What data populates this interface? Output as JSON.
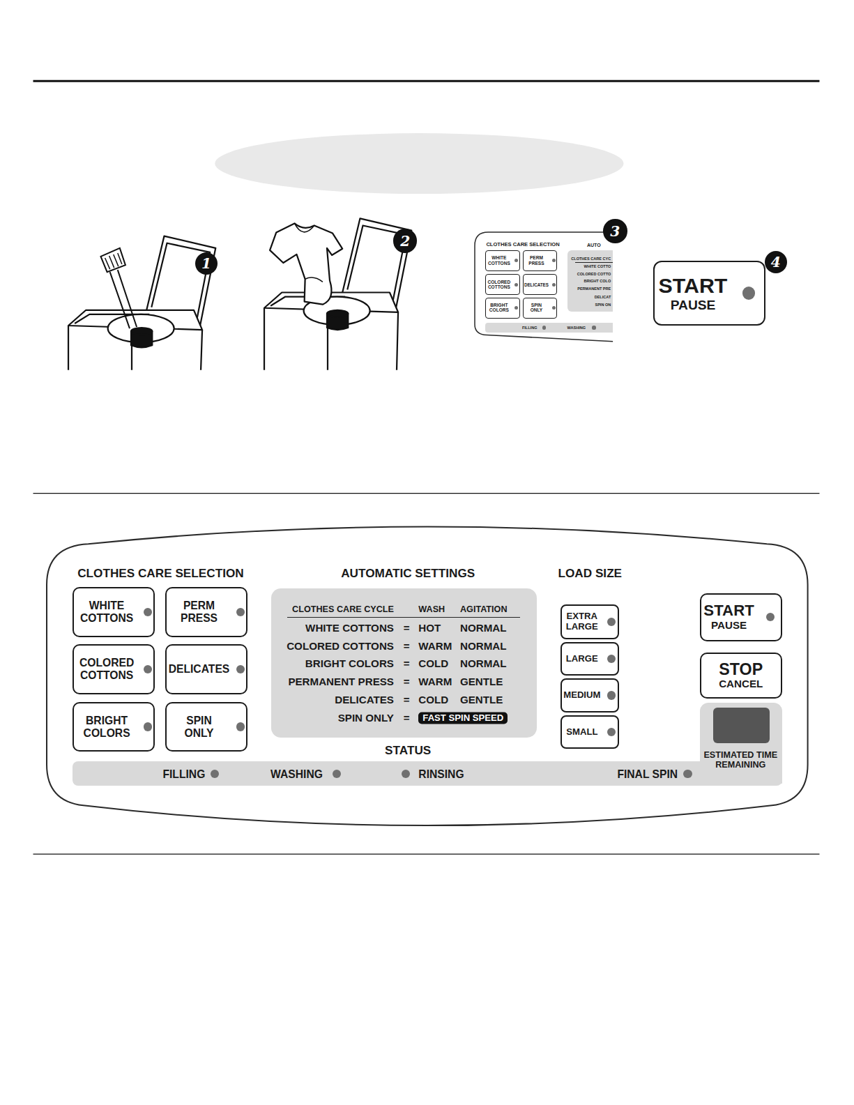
{
  "diagram": {
    "nodes": [
      {
        "text": [
          "CLOTHES CARE SELECTION"
        ]
      },
      {
        "text": [
          "WHITE COTTONS"
        ],
        "in": 0
      },
      {
        "text": [
          "PERM PRESS"
        ],
        "in": 0
      },
      {
        "text": [
          "COLORED COTTONS"
        ],
        "in": 0
      },
      {
        "text": [
          "DELICATES"
        ],
        "in": 0
      },
      {
        "text": [
          "BRIGHT COLORS"
        ],
        "in": 0
      },
      {
        "text": [
          "SPIN ONLY"
        ],
        "in": 0
      },
      {
        "text": [
          "AUTO",
          "CLOTHES CARE CYC",
          "WHITE COTTO",
          "COLORED COTTO",
          "BRIGHT COLO",
          "PERMANENT PRE",
          "DELICAT",
          "SPIN ON"
        ],
        "in": 0
      },
      {
        "text": [
          "FILLING",
          "WASHING"
        ],
        "in": 0
      },
      {
        "text": [
          "START",
          "PAUSE"
        ]
      },
      {
        "text": [
          "CLOTHES CARE SELECTION",
          "LOAD SIZE"
        ]
      },
      {
        "text": [
          "WHITE COTTONS"
        ],
        "in": 10
      },
      {
        "text": [
          "PERM PRESS"
        ],
        "in": 10
      },
      {
        "text": [
          "COLORED COTTONS"
        ],
        "in": 10
      },
      {
        "text": [
          "DELICATES"
        ],
        "in": 10
      },
      {
        "text": [
          "BRIGHT COLORS"
        ],
        "in": 10
      },
      {
        "text": [
          "SPIN ONLY"
        ],
        "in": 10
      },
      {
        "text": [
          "AUTOMATIC SETTINGS",
          "CLOTHES CARE CYCLE",
          "WASH",
          "AGITATION",
          "WHITE COTTONS",
          "=",
          "HOT",
          "NORMAL",
          "COLORED COTTONS",
          "=",
          "WARM",
          "NORMAL",
          "BRIGHT COLORS",
          "=",
          "COLD",
          "NORMAL",
          "PERMANENT PRESS",
          "=",
          "WARM",
          "GENTLE",
          "DELICATES",
          "=",
          "COLD",
          "GENTLE",
          "SPIN ONLY",
          "=",
          "FAST SPIN SPEED"
        ],
        "in": 10
      },
      {
        "text": [
          "EXTRA LARGE"
        ],
        "in": 10
      },
      {
        "text": [
          "LARGE"
        ],
        "in": 10
      },
      {
        "text": [
          "MEDIUM"
        ],
        "in": 10
      },
      {
        "text": [
          "SMALL"
        ],
        "in": 10
      },
      {
        "text": [
          "START",
          "PAUSE"
        ],
        "in": 10
      },
      {
        "text": [
          "STOP",
          "CANCEL"
        ],
        "in": 10
      },
      {
        "text": [
          "ESTIMATED TIME REMAINING"
        ],
        "in": 10
      },
      {
        "text": [
          "STATUS",
          "FILLING",
          "WASHING",
          "RINSING",
          "FINAL SPIN"
        ],
        "in": 10
      }
    ],
    "labels": [
      "1",
      "2",
      "3",
      "4"
    ]
  }
}
